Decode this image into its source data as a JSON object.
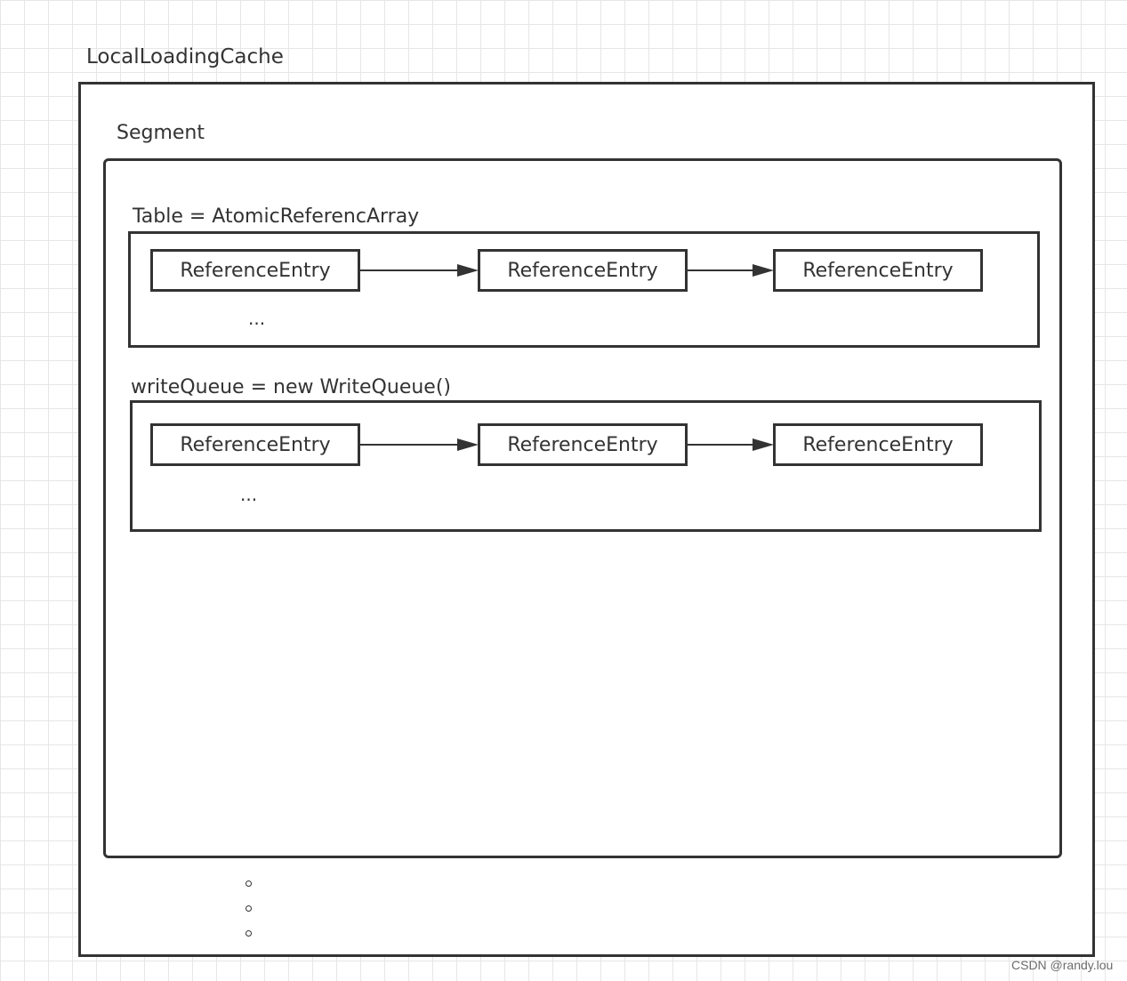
{
  "diagram": {
    "cache": {
      "title": "LocalLoadingCache"
    },
    "segment": {
      "title": "Segment"
    },
    "table": {
      "title": "Table = AtomicReferencArray",
      "entries": [
        "ReferenceEntry",
        "ReferenceEntry",
        "ReferenceEntry"
      ],
      "more": "..."
    },
    "write_queue": {
      "title": "writeQueue = new WriteQueue()",
      "entries": [
        "ReferenceEntry",
        "ReferenceEntry",
        "ReferenceEntry"
      ],
      "more": "..."
    },
    "more_segments_icon": "vertical-ellipsis-dots"
  },
  "watermark": "CSDN @randy.lou",
  "colors": {
    "stroke": "#333333",
    "grid": "#e6e6e6",
    "background": "#ffffff"
  }
}
